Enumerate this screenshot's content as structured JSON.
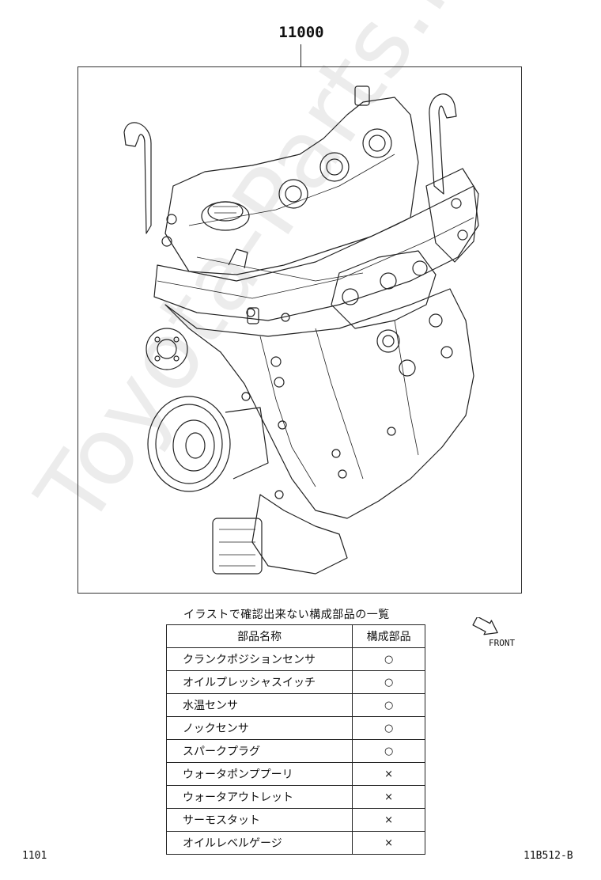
{
  "diagram": {
    "part_number": "11000",
    "watermark": "Toyota-Parts.ru"
  },
  "components_table": {
    "caption": "イラストで確認出来ない構成部品の一覧",
    "headers": [
      "部品名称",
      "構成部品"
    ],
    "rows": [
      {
        "name": "クランクポジションセンサ",
        "mark": "○"
      },
      {
        "name": "オイルプレッシャスイッチ",
        "mark": "○"
      },
      {
        "name": "水温センサ",
        "mark": "○"
      },
      {
        "name": "ノックセンサ",
        "mark": "○"
      },
      {
        "name": "スパークプラグ",
        "mark": "○"
      },
      {
        "name": "ウォータポンププーリ",
        "mark": "×"
      },
      {
        "name": "ウォータアウトレット",
        "mark": "×"
      },
      {
        "name": "サーモスタット",
        "mark": "×"
      },
      {
        "name": "オイルレベルゲージ",
        "mark": "×"
      }
    ]
  },
  "direction": {
    "label": "FRONT"
  },
  "footer": {
    "left": "1101",
    "right": "11B512-B"
  }
}
